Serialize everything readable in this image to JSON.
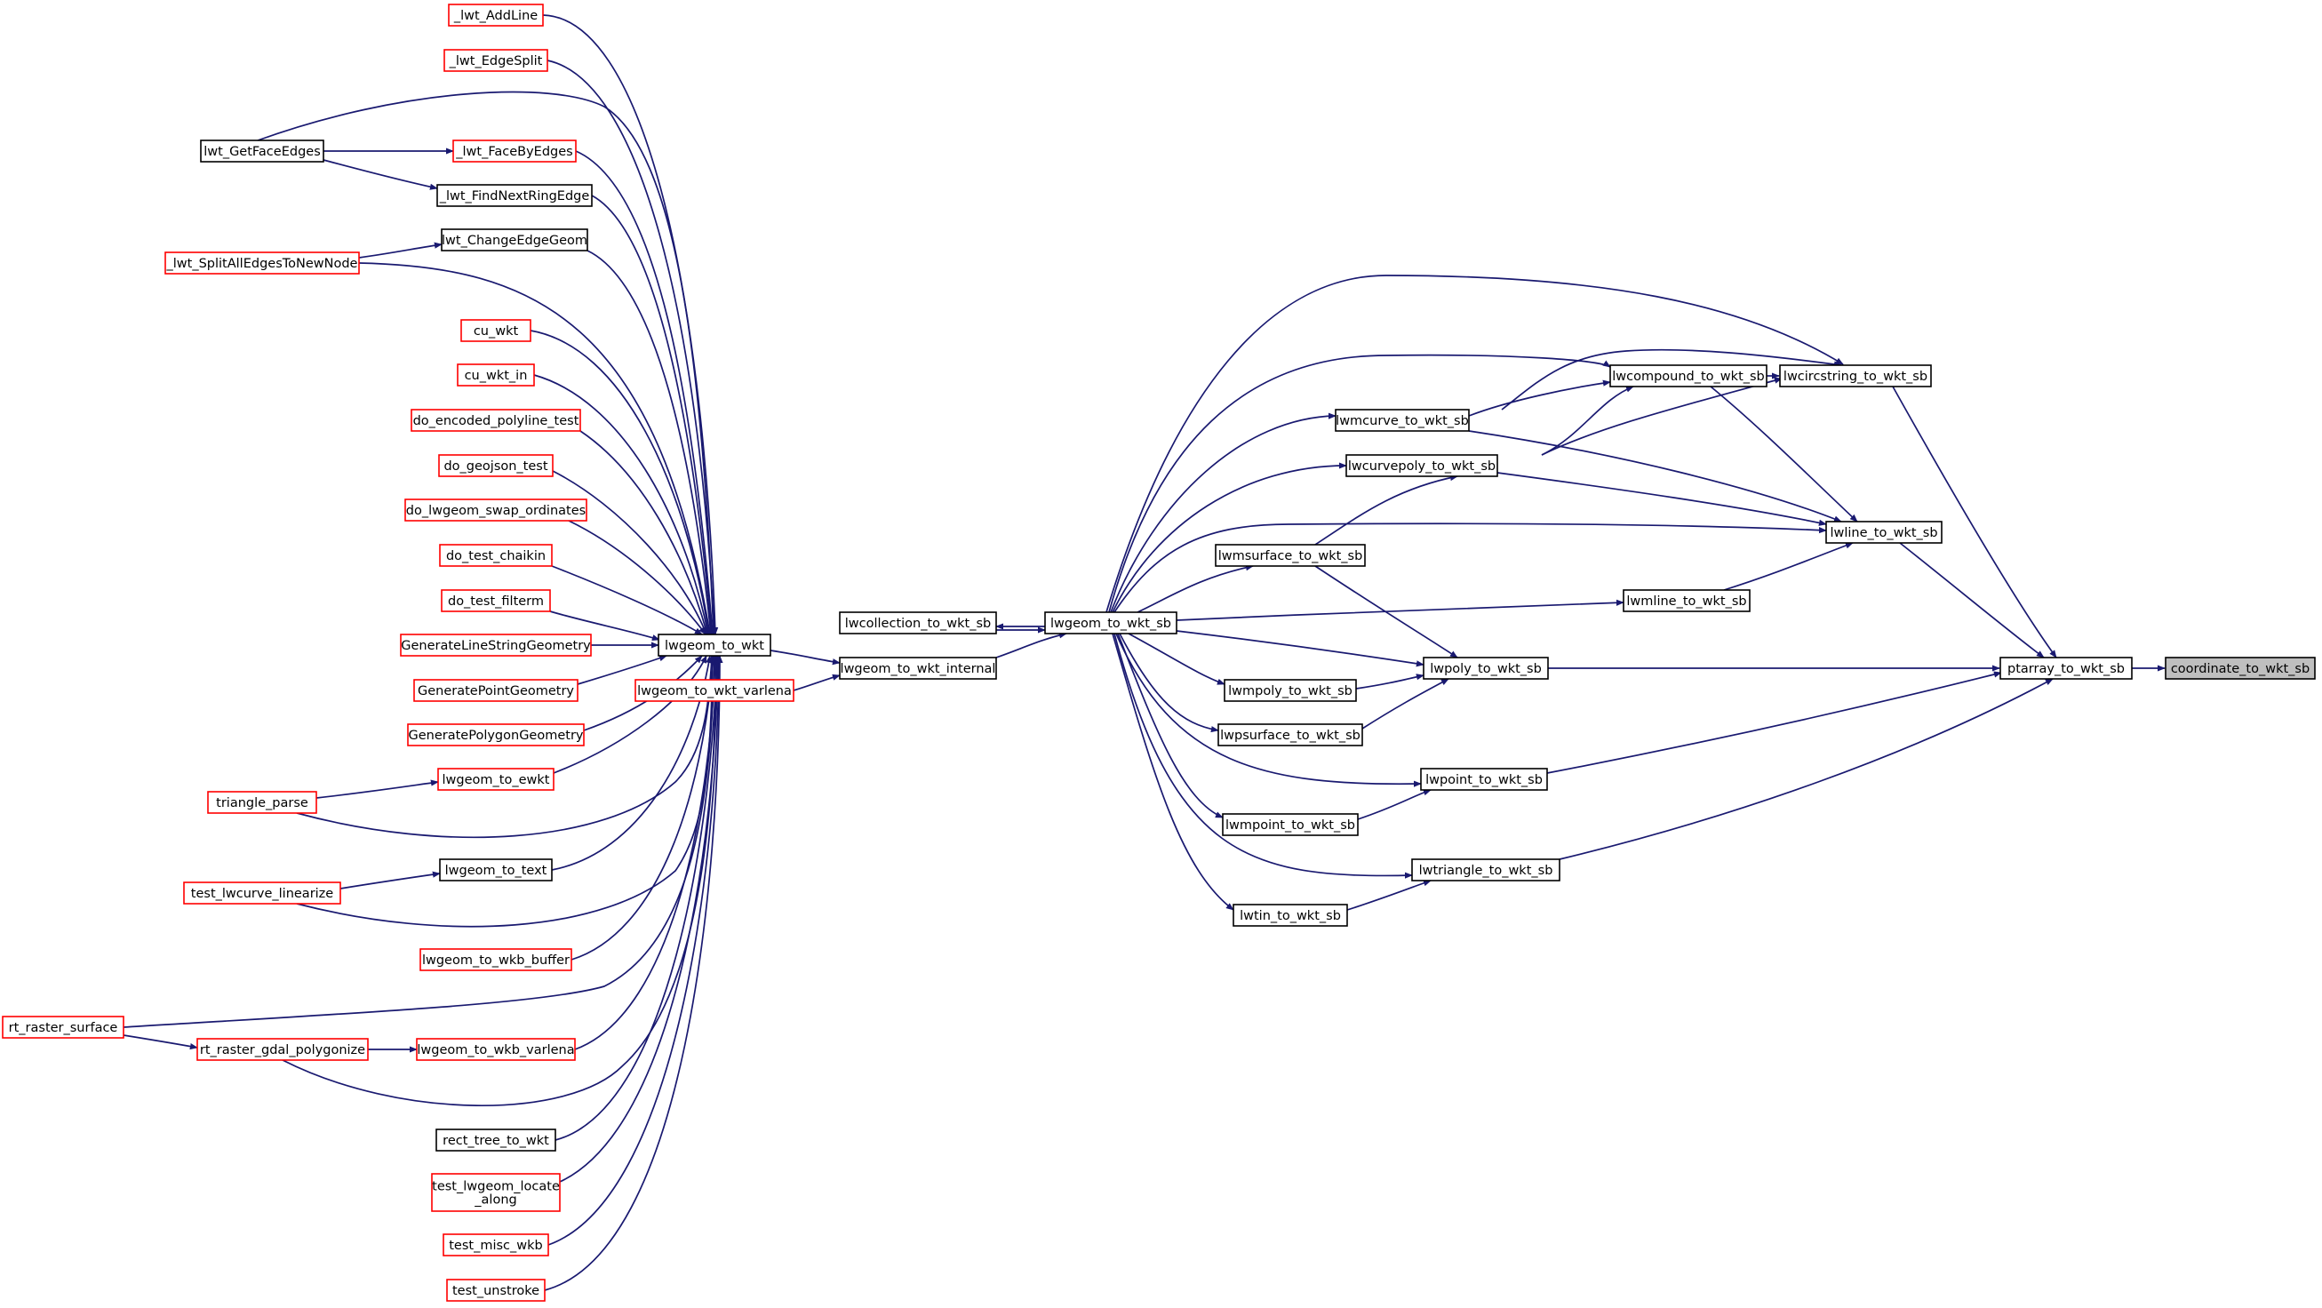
{
  "diagram": {
    "title": "",
    "colors": {
      "edge": "#191970",
      "linked_border": "#000000",
      "truncated_border": "#ff0000",
      "focus_fill": "#bfbfbf"
    },
    "nodes": [
      {
        "id": "coordinate_to_wkt_sb",
        "label": "coordinate_to_wkt_sb",
        "style": "focus"
      },
      {
        "id": "ptarray_to_wkt_sb",
        "label": "ptarray_to_wkt_sb",
        "style": "linked"
      },
      {
        "id": "lwcircstring_to_wkt_sb",
        "label": "lwcircstring_to_wkt_sb",
        "style": "linked"
      },
      {
        "id": "lwline_to_wkt_sb",
        "label": "lwline_to_wkt_sb",
        "style": "linked"
      },
      {
        "id": "lwcompound_to_wkt_sb",
        "label": "lwcompound_to_wkt_sb",
        "style": "linked"
      },
      {
        "id": "lwmcurve_to_wkt_sb",
        "label": "lwmcurve_to_wkt_sb",
        "style": "linked"
      },
      {
        "id": "lwcurvepoly_to_wkt_sb",
        "label": "lwcurvepoly_to_wkt_sb",
        "style": "linked"
      },
      {
        "id": "lwmsurface_to_wkt_sb",
        "label": "lwmsurface_to_wkt_sb",
        "style": "linked"
      },
      {
        "id": "lwmline_to_wkt_sb",
        "label": "lwmline_to_wkt_sb",
        "style": "linked"
      },
      {
        "id": "lwpoly_to_wkt_sb",
        "label": "lwpoly_to_wkt_sb",
        "style": "linked"
      },
      {
        "id": "lwmpoly_to_wkt_sb",
        "label": "lwmpoly_to_wkt_sb",
        "style": "linked"
      },
      {
        "id": "lwpsurface_to_wkt_sb",
        "label": "lwpsurface_to_wkt_sb",
        "style": "linked"
      },
      {
        "id": "lwpoint_to_wkt_sb",
        "label": "lwpoint_to_wkt_sb",
        "style": "linked"
      },
      {
        "id": "lwmpoint_to_wkt_sb",
        "label": "lwmpoint_to_wkt_sb",
        "style": "linked"
      },
      {
        "id": "lwtriangle_to_wkt_sb",
        "label": "lwtriangle_to_wkt_sb",
        "style": "linked"
      },
      {
        "id": "lwtin_to_wkt_sb",
        "label": "lwtin_to_wkt_sb",
        "style": "linked"
      },
      {
        "id": "lwgeom_to_wkt_sb",
        "label": "lwgeom_to_wkt_sb",
        "style": "linked"
      },
      {
        "id": "lwcollection_to_wkt_sb",
        "label": "lwcollection_to_wkt_sb",
        "style": "linked"
      },
      {
        "id": "lwgeom_to_wkt_internal",
        "label": "lwgeom_to_wkt_internal",
        "style": "linked"
      },
      {
        "id": "lwgeom_to_wkt",
        "label": "lwgeom_to_wkt",
        "style": "linked"
      },
      {
        "id": "lwgeom_to_wkt_varlena",
        "label": "lwgeom_to_wkt_varlena",
        "style": "truncated"
      },
      {
        "id": "_lwt_AddLine",
        "label": "_lwt_AddLine",
        "style": "truncated"
      },
      {
        "id": "_lwt_EdgeSplit",
        "label": "_lwt_EdgeSplit",
        "style": "truncated"
      },
      {
        "id": "lwt_GetFaceEdges",
        "label": "lwt_GetFaceEdges",
        "style": "linked"
      },
      {
        "id": "_lwt_FaceByEdges",
        "label": "_lwt_FaceByEdges",
        "style": "truncated"
      },
      {
        "id": "_lwt_FindNextRingEdge",
        "label": "_lwt_FindNextRingEdge",
        "style": "linked"
      },
      {
        "id": "lwt_ChangeEdgeGeom",
        "label": "lwt_ChangeEdgeGeom",
        "style": "linked"
      },
      {
        "id": "_lwt_SplitAllEdgesToNewNode",
        "label": "_lwt_SplitAllEdgesToNewNode",
        "style": "truncated"
      },
      {
        "id": "cu_wkt",
        "label": "cu_wkt",
        "style": "truncated"
      },
      {
        "id": "cu_wkt_in",
        "label": "cu_wkt_in",
        "style": "truncated"
      },
      {
        "id": "do_encoded_polyline_test",
        "label": "do_encoded_polyline_test",
        "style": "truncated"
      },
      {
        "id": "do_geojson_test",
        "label": "do_geojson_test",
        "style": "truncated"
      },
      {
        "id": "do_lwgeom_swap_ordinates",
        "label": "do_lwgeom_swap_ordinates",
        "style": "truncated"
      },
      {
        "id": "do_test_chaikin",
        "label": "do_test_chaikin",
        "style": "truncated"
      },
      {
        "id": "do_test_filterm",
        "label": "do_test_filterm",
        "style": "truncated"
      },
      {
        "id": "GenerateLineStringGeometry",
        "label": "GenerateLineStringGeometry",
        "style": "truncated"
      },
      {
        "id": "GeneratePointGeometry",
        "label": "GeneratePointGeometry",
        "style": "truncated"
      },
      {
        "id": "GeneratePolygonGeometry",
        "label": "GeneratePolygonGeometry",
        "style": "truncated"
      },
      {
        "id": "triangle_parse",
        "label": "triangle_parse",
        "style": "truncated"
      },
      {
        "id": "lwgeom_to_ewkt",
        "label": "lwgeom_to_ewkt",
        "style": "truncated"
      },
      {
        "id": "lwgeom_to_text",
        "label": "lwgeom_to_text",
        "style": "linked"
      },
      {
        "id": "test_lwcurve_linearize",
        "label": "test_lwcurve_linearize",
        "style": "truncated"
      },
      {
        "id": "lwgeom_to_wkb_buffer",
        "label": "lwgeom_to_wkb_buffer",
        "style": "truncated"
      },
      {
        "id": "rt_raster_surface",
        "label": "rt_raster_surface",
        "style": "truncated"
      },
      {
        "id": "rt_raster_gdal_polygonize",
        "label": "rt_raster_gdal_polygonize",
        "style": "truncated"
      },
      {
        "id": "lwgeom_to_wkb_varlena",
        "label": "lwgeom_to_wkb_varlena",
        "style": "truncated"
      },
      {
        "id": "rect_tree_to_wkt",
        "label": "rect_tree_to_wkt",
        "style": "linked"
      },
      {
        "id": "test_lwgeom_locate_along",
        "label": "test_lwgeom_locate\n_along",
        "style": "truncated"
      },
      {
        "id": "test_misc_wkb",
        "label": "test_misc_wkb",
        "style": "truncated"
      },
      {
        "id": "test_unstroke",
        "label": "test_unstroke",
        "style": "truncated"
      }
    ],
    "edges": [
      [
        "ptarray_to_wkt_sb",
        "coordinate_to_wkt_sb"
      ],
      [
        "lwcircstring_to_wkt_sb",
        "ptarray_to_wkt_sb"
      ],
      [
        "lwline_to_wkt_sb",
        "ptarray_to_wkt_sb"
      ],
      [
        "lwpoly_to_wkt_sb",
        "ptarray_to_wkt_sb"
      ],
      [
        "lwpoint_to_wkt_sb",
        "ptarray_to_wkt_sb"
      ],
      [
        "lwtriangle_to_wkt_sb",
        "ptarray_to_wkt_sb"
      ],
      [
        "lwcompound_to_wkt_sb",
        "lwcircstring_to_wkt_sb"
      ],
      [
        "lwcurvepoly_to_wkt_sb",
        "lwcircstring_to_wkt_sb"
      ],
      [
        "lwmcurve_to_wkt_sb",
        "lwcircstring_to_wkt_sb"
      ],
      [
        "lwgeom_to_wkt_sb",
        "lwcircstring_to_wkt_sb"
      ],
      [
        "lwcompound_to_wkt_sb",
        "lwline_to_wkt_sb"
      ],
      [
        "lwmcurve_to_wkt_sb",
        "lwline_to_wkt_sb"
      ],
      [
        "lwcurvepoly_to_wkt_sb",
        "lwline_to_wkt_sb"
      ],
      [
        "lwmline_to_wkt_sb",
        "lwline_to_wkt_sb"
      ],
      [
        "lwgeom_to_wkt_sb",
        "lwline_to_wkt_sb"
      ],
      [
        "lwmcurve_to_wkt_sb",
        "lwcompound_to_wkt_sb"
      ],
      [
        "lwcurvepoly_to_wkt_sb",
        "lwcompound_to_wkt_sb"
      ],
      [
        "lwgeom_to_wkt_sb",
        "lwcompound_to_wkt_sb"
      ],
      [
        "lwgeom_to_wkt_sb",
        "lwmcurve_to_wkt_sb"
      ],
      [
        "lwmsurface_to_wkt_sb",
        "lwcurvepoly_to_wkt_sb"
      ],
      [
        "lwgeom_to_wkt_sb",
        "lwcurvepoly_to_wkt_sb"
      ],
      [
        "lwgeom_to_wkt_sb",
        "lwmsurface_to_wkt_sb"
      ],
      [
        "lwgeom_to_wkt_sb",
        "lwmline_to_wkt_sb"
      ],
      [
        "lwmsurface_to_wkt_sb",
        "lwpoly_to_wkt_sb"
      ],
      [
        "lwmpoly_to_wkt_sb",
        "lwpoly_to_wkt_sb"
      ],
      [
        "lwpsurface_to_wkt_sb",
        "lwpoly_to_wkt_sb"
      ],
      [
        "lwgeom_to_wkt_sb",
        "lwpoly_to_wkt_sb"
      ],
      [
        "lwgeom_to_wkt_sb",
        "lwmpoly_to_wkt_sb"
      ],
      [
        "lwgeom_to_wkt_sb",
        "lwpsurface_to_wkt_sb"
      ],
      [
        "lwmpoint_to_wkt_sb",
        "lwpoint_to_wkt_sb"
      ],
      [
        "lwgeom_to_wkt_sb",
        "lwpoint_to_wkt_sb"
      ],
      [
        "lwgeom_to_wkt_sb",
        "lwmpoint_to_wkt_sb"
      ],
      [
        "lwtin_to_wkt_sb",
        "lwtriangle_to_wkt_sb"
      ],
      [
        "lwgeom_to_wkt_sb",
        "lwtriangle_to_wkt_sb"
      ],
      [
        "lwgeom_to_wkt_sb",
        "lwtin_to_wkt_sb"
      ],
      [
        "lwgeom_to_wkt_sb",
        "lwcollection_to_wkt_sb"
      ],
      [
        "lwcollection_to_wkt_sb",
        "lwgeom_to_wkt_sb"
      ],
      [
        "lwgeom_to_wkt_internal",
        "lwgeom_to_wkt_sb"
      ],
      [
        "lwgeom_to_wkt",
        "lwgeom_to_wkt_internal"
      ],
      [
        "lwgeom_to_wkt_varlena",
        "lwgeom_to_wkt_internal"
      ],
      [
        "_lwt_AddLine",
        "lwgeom_to_wkt"
      ],
      [
        "_lwt_EdgeSplit",
        "lwgeom_to_wkt"
      ],
      [
        "lwt_GetFaceEdges",
        "lwgeom_to_wkt"
      ],
      [
        "_lwt_FaceByEdges",
        "lwgeom_to_wkt"
      ],
      [
        "_lwt_FindNextRingEdge",
        "lwgeom_to_wkt"
      ],
      [
        "lwt_ChangeEdgeGeom",
        "lwgeom_to_wkt"
      ],
      [
        "_lwt_SplitAllEdgesToNewNode",
        "lwgeom_to_wkt"
      ],
      [
        "cu_wkt",
        "lwgeom_to_wkt"
      ],
      [
        "cu_wkt_in",
        "lwgeom_to_wkt"
      ],
      [
        "do_encoded_polyline_test",
        "lwgeom_to_wkt"
      ],
      [
        "do_geojson_test",
        "lwgeom_to_wkt"
      ],
      [
        "do_lwgeom_swap_ordinates",
        "lwgeom_to_wkt"
      ],
      [
        "do_test_chaikin",
        "lwgeom_to_wkt"
      ],
      [
        "do_test_filterm",
        "lwgeom_to_wkt"
      ],
      [
        "GenerateLineStringGeometry",
        "lwgeom_to_wkt"
      ],
      [
        "GeneratePointGeometry",
        "lwgeom_to_wkt"
      ],
      [
        "GeneratePolygonGeometry",
        "lwgeom_to_wkt"
      ],
      [
        "triangle_parse",
        "lwgeom_to_wkt"
      ],
      [
        "lwgeom_to_ewkt",
        "lwgeom_to_wkt"
      ],
      [
        "lwgeom_to_text",
        "lwgeom_to_wkt"
      ],
      [
        "test_lwcurve_linearize",
        "lwgeom_to_wkt"
      ],
      [
        "lwgeom_to_wkb_buffer",
        "lwgeom_to_wkt"
      ],
      [
        "rt_raster_surface",
        "lwgeom_to_wkt"
      ],
      [
        "rt_raster_gdal_polygonize",
        "lwgeom_to_wkt"
      ],
      [
        "lwgeom_to_wkb_varlena",
        "lwgeom_to_wkt"
      ],
      [
        "rect_tree_to_wkt",
        "lwgeom_to_wkt"
      ],
      [
        "test_lwgeom_locate_along",
        "lwgeom_to_wkt"
      ],
      [
        "test_misc_wkb",
        "lwgeom_to_wkt"
      ],
      [
        "test_unstroke",
        "lwgeom_to_wkt"
      ],
      [
        "lwt_GetFaceEdges",
        "_lwt_FaceByEdges"
      ],
      [
        "lwt_GetFaceEdges",
        "_lwt_FindNextRingEdge"
      ],
      [
        "_lwt_SplitAllEdgesToNewNode",
        "lwt_ChangeEdgeGeom"
      ],
      [
        "triangle_parse",
        "lwgeom_to_ewkt"
      ],
      [
        "test_lwcurve_linearize",
        "lwgeom_to_text"
      ],
      [
        "rt_raster_surface",
        "rt_raster_gdal_polygonize"
      ],
      [
        "rt_raster_gdal_polygonize",
        "lwgeom_to_wkb_varlena"
      ]
    ]
  }
}
